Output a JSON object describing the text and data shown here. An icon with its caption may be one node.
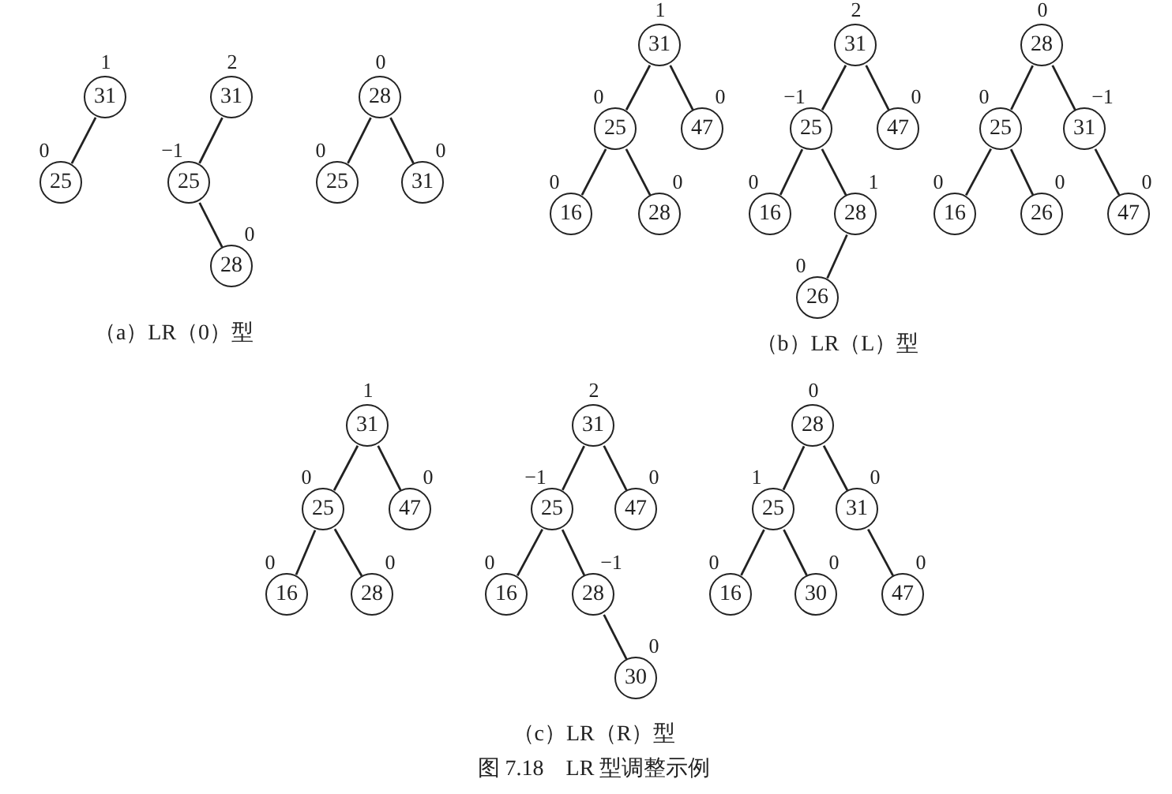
{
  "diagram": {
    "title": "图 7.18　LR 型调整示例",
    "nodes": [
      {
        "text": [
          "31"
        ],
        "beside": [
          "1"
        ]
      },
      {
        "text": [
          "25"
        ],
        "beside": [
          "0"
        ]
      },
      {
        "text": [
          "31"
        ],
        "beside": [
          "2"
        ]
      },
      {
        "text": [
          "25"
        ],
        "beside": [
          "−1"
        ]
      },
      {
        "text": [
          "28"
        ],
        "beside": [
          "0"
        ]
      },
      {
        "text": [
          "28"
        ],
        "beside": [
          "0"
        ]
      },
      {
        "text": [
          "25"
        ],
        "beside": [
          "0"
        ]
      },
      {
        "text": [
          "31"
        ],
        "beside": [
          "0"
        ]
      },
      {
        "text": [
          "31"
        ],
        "beside": [
          "1"
        ]
      },
      {
        "text": [
          "25"
        ],
        "beside": [
          "0"
        ]
      },
      {
        "text": [
          "47"
        ],
        "beside": [
          "0"
        ]
      },
      {
        "text": [
          "16"
        ],
        "beside": [
          "0"
        ]
      },
      {
        "text": [
          "28"
        ],
        "beside": [
          "0"
        ]
      },
      {
        "text": [
          "31"
        ],
        "beside": [
          "2"
        ]
      },
      {
        "text": [
          "25"
        ],
        "beside": [
          "−1"
        ]
      },
      {
        "text": [
          "47"
        ],
        "beside": [
          "0"
        ]
      },
      {
        "text": [
          "16"
        ],
        "beside": [
          "0"
        ]
      },
      {
        "text": [
          "28"
        ],
        "beside": [
          "1"
        ]
      },
      {
        "text": [
          "26"
        ],
        "beside": [
          "0"
        ]
      },
      {
        "text": [
          "28"
        ],
        "beside": [
          "0"
        ]
      },
      {
        "text": [
          "25"
        ],
        "beside": [
          "0"
        ]
      },
      {
        "text": [
          "31"
        ],
        "beside": [
          "−1"
        ]
      },
      {
        "text": [
          "16"
        ],
        "beside": [
          "0"
        ]
      },
      {
        "text": [
          "26"
        ],
        "beside": [
          "0"
        ]
      },
      {
        "text": [
          "47"
        ],
        "beside": [
          "0"
        ]
      },
      {
        "text": [
          "31"
        ],
        "beside": [
          "1"
        ]
      },
      {
        "text": [
          "25"
        ],
        "beside": [
          "0"
        ]
      },
      {
        "text": [
          "47"
        ],
        "beside": [
          "0"
        ]
      },
      {
        "text": [
          "16"
        ],
        "beside": [
          "0"
        ]
      },
      {
        "text": [
          "28"
        ],
        "beside": [
          "0"
        ]
      },
      {
        "text": [
          "31"
        ],
        "beside": [
          "2"
        ]
      },
      {
        "text": [
          "25"
        ],
        "beside": [
          "−1"
        ]
      },
      {
        "text": [
          "47"
        ],
        "beside": [
          "0"
        ]
      },
      {
        "text": [
          "16"
        ],
        "beside": [
          "0"
        ]
      },
      {
        "text": [
          "28"
        ],
        "beside": [
          "−1"
        ]
      },
      {
        "text": [
          "30"
        ],
        "beside": [
          "0"
        ]
      },
      {
        "text": [
          "28"
        ],
        "beside": [
          "0"
        ]
      },
      {
        "text": [
          "25"
        ],
        "beside": [
          "1"
        ]
      },
      {
        "text": [
          "31"
        ],
        "beside": [
          "0"
        ]
      },
      {
        "text": [
          "16"
        ],
        "beside": [
          "0"
        ]
      },
      {
        "text": [
          "30"
        ],
        "beside": [
          "0"
        ]
      },
      {
        "text": [
          "47"
        ],
        "beside": [
          "0"
        ]
      }
    ],
    "edges": [
      {
        "from": 0,
        "to": 1,
        "arrow": "none"
      },
      {
        "from": 2,
        "to": 3,
        "arrow": "none"
      },
      {
        "from": 3,
        "to": 4,
        "arrow": "none"
      },
      {
        "from": 5,
        "to": 6,
        "arrow": "none"
      },
      {
        "from": 5,
        "to": 7,
        "arrow": "none"
      },
      {
        "from": 8,
        "to": 9,
        "arrow": "none"
      },
      {
        "from": 8,
        "to": 10,
        "arrow": "none"
      },
      {
        "from": 9,
        "to": 11,
        "arrow": "none"
      },
      {
        "from": 9,
        "to": 12,
        "arrow": "none"
      },
      {
        "from": 13,
        "to": 14,
        "arrow": "none"
      },
      {
        "from": 13,
        "to": 15,
        "arrow": "none"
      },
      {
        "from": 14,
        "to": 16,
        "arrow": "none"
      },
      {
        "from": 14,
        "to": 17,
        "arrow": "none"
      },
      {
        "from": 17,
        "to": 18,
        "arrow": "none"
      },
      {
        "from": 19,
        "to": 20,
        "arrow": "none"
      },
      {
        "from": 19,
        "to": 21,
        "arrow": "none"
      },
      {
        "from": 20,
        "to": 22,
        "arrow": "none"
      },
      {
        "from": 20,
        "to": 23,
        "arrow": "none"
      },
      {
        "from": 21,
        "to": 24,
        "arrow": "none"
      },
      {
        "from": 25,
        "to": 26,
        "arrow": "none"
      },
      {
        "from": 25,
        "to": 27,
        "arrow": "none"
      },
      {
        "from": 26,
        "to": 28,
        "arrow": "none"
      },
      {
        "from": 26,
        "to": 29,
        "arrow": "none"
      },
      {
        "from": 30,
        "to": 31,
        "arrow": "none"
      },
      {
        "from": 30,
        "to": 32,
        "arrow": "none"
      },
      {
        "from": 31,
        "to": 33,
        "arrow": "none"
      },
      {
        "from": 31,
        "to": 34,
        "arrow": "none"
      },
      {
        "from": 34,
        "to": 35,
        "arrow": "none"
      },
      {
        "from": 36,
        "to": 37,
        "arrow": "none"
      },
      {
        "from": 36,
        "to": 38,
        "arrow": "none"
      },
      {
        "from": 37,
        "to": 39,
        "arrow": "none"
      },
      {
        "from": 37,
        "to": 40,
        "arrow": "none"
      },
      {
        "from": 38,
        "to": 41,
        "arrow": "none"
      }
    ],
    "labels": [
      "（a）LR（0）型",
      "（b）LR（L）型",
      "（c）LR（R）型"
    ]
  }
}
